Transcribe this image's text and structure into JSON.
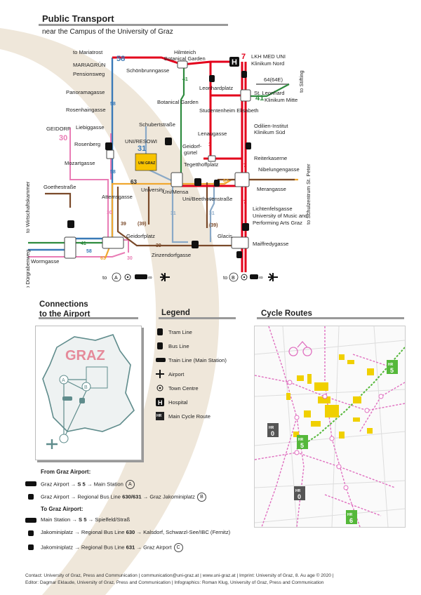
{
  "header": {
    "title": "Public Transport",
    "subtitle": "near the Campus of the University of Graz"
  },
  "map": {
    "stops": {
      "to_mariatrost": "to Mariatrost",
      "mariagruen": "MARIAGRÜN",
      "pensionsweg": "Pensionsweg",
      "panoramagasse": "Panoramagasse",
      "rosenhaingasse": "Rosenhaingasse",
      "geidorf": "GEIDORF",
      "liebiggasse": "Liebiggasse",
      "rosenberg": "Rosenberg",
      "mozartgasse": "Mozartgasse",
      "goethestrasse": "Goethestraße",
      "to_wirtschaftskammer": "to Wirtschaftskammer",
      "attemsgasse": "Attemsgasse",
      "to_duergrabenweg": "to Dürgrabenweg",
      "wormgasse": "Wormgasse",
      "geidorfplatz": "Geidorfplatz",
      "zinzendorfgasse": "Zinzendorfgasse",
      "schoenbrunngasse": "Schönbrunngasse",
      "hilmteich": "Hilmteich",
      "botanical_garden_top": "Botanical Garden",
      "botanical_garden": "Botanical Garden",
      "schubertstrasse": "Schubertstraße",
      "uni_resowi": "UNI/RESOWI",
      "university": "University",
      "uni_mensa": "Uni/Mensa",
      "uni_beethovenstrasse": "Uni/Beethovenstraße",
      "glacis": "Glacis",
      "leonhardplatz": "Leonhardplatz",
      "studentenheim": "Studentenheim Elisabeth",
      "lenaugasse": "Lenaugasse",
      "geidorfguertel_1": "Geidorf-",
      "geidorfguertel_2": "gürtel",
      "tegetthoffplatz": "Tegetthoffplatz",
      "lkh_med_uni": "LKH MED UNI",
      "klinikum_nord": "Klinikum Nord",
      "st_leonhard": "St. Leonhard",
      "klinikum_mitte": "Klinikum Mitte",
      "odilien": "Odilien-Institut",
      "klinikum_sued": "Klinikum Süd",
      "reiterkaserne": "Reiterkaserne",
      "nibelungengasse": "Nibelungengasse",
      "merangasse": "Merangasse",
      "lichtenfelsgasse": "Lichtenfelsgasse",
      "university_music": "University of Music and",
      "performing_arts": "Performing Arts Graz",
      "maiffredygasse": "Maiffredygasse",
      "to_stifting": "to Stifting",
      "to_schulzentrum": "to Schulzentrum St. Peter",
      "line_64": "64(64E)",
      "to_left": "to",
      "to_right": "to",
      "circle_a": "A",
      "circle_b": "B",
      "uni_logo": "UNI GRAZ"
    },
    "line_numbers": {
      "l58": "58",
      "l7": "7",
      "l41": "41",
      "l30": "30",
      "l31": "31",
      "l63": "63",
      "l39": "39",
      "l39p": "(39)",
      "l31b": "31",
      "l41b": "41",
      "l58b": "58",
      "l63b": "63",
      "l30b": "30",
      "l39c": "39",
      "l39d": "(39)",
      "l31c": "31",
      "l31d": "31",
      "l41c": "41",
      "l58c": "58",
      "l58d": "58",
      "l7b": "7",
      "l7c": "7",
      "l1": "1",
      "l30c": "30",
      "l63c": "63"
    },
    "colors": {
      "tram_red": "#e3001b",
      "bus58": "#3a7ab8",
      "bus41": "#2e8b3e",
      "bus30": "#e97cb5",
      "bus31": "#8aa9c7",
      "bus63": "#f0a830",
      "bus39": "#7a4a2a",
      "line64": "#888888"
    }
  },
  "airport": {
    "title_line1": "Connections",
    "title_line2": "to the Airport",
    "city": "GRAZ",
    "from_heading": "From Graz Airport:",
    "to_heading": "To Graz Airport:",
    "routes_from": [
      {
        "a": "Graz Airport",
        "b": "S 5",
        "c": "Main Station",
        "circle": "A"
      },
      {
        "a": "Graz Airport",
        "b": "Regional Bus Line",
        "bold": "630/631",
        "c": "Graz Jakominiplatz",
        "circle": "B"
      }
    ],
    "routes_to": [
      {
        "a": "Main Station",
        "b": "S 5",
        "c": "Spielfeld/Straß"
      },
      {
        "a": "Jakominiplatz",
        "b": "Regional Bus Line",
        "bold": "630",
        "c": "Kalsdorf, Schwarzl-See/IBC (Fernitz)"
      },
      {
        "a": "Jakominiplatz",
        "b": "Regional Bus Line",
        "bold": "631",
        "c": "Graz Airport",
        "circle": "C"
      }
    ]
  },
  "legend": {
    "title": "Legend",
    "items": [
      {
        "icon": "tram-icon",
        "label": "Tram Line"
      },
      {
        "icon": "bus-icon",
        "label": "Bus Line"
      },
      {
        "icon": "train-icon",
        "label": "Train Line (Main Station)"
      },
      {
        "icon": "airport-icon",
        "label": "Airport"
      },
      {
        "icon": "town-centre-icon",
        "label": "Town Centre"
      },
      {
        "icon": "hospital-icon",
        "label": "Hospital"
      },
      {
        "icon": "cycle-route-icon",
        "label": "Main Cycle Route"
      }
    ],
    "hospital_letter": "H",
    "hr_text": "HR"
  },
  "cycle": {
    "title": "Cycle Routes",
    "hr": "HR",
    "routes": [
      "5",
      "0",
      "5",
      "0",
      "6"
    ]
  },
  "footer": {
    "line1": "Contact: University of Graz, Press and Communication | communication@uni-graz.at | www.uni-graz.at | Imprint: University of Graz, 8. Au  age © 2020  |",
    "line2": "Editor: Dagmar Eklaude, University of Graz, Press and Communication | Infographics: Roman Klug, University of Graz, Press and Communication"
  }
}
